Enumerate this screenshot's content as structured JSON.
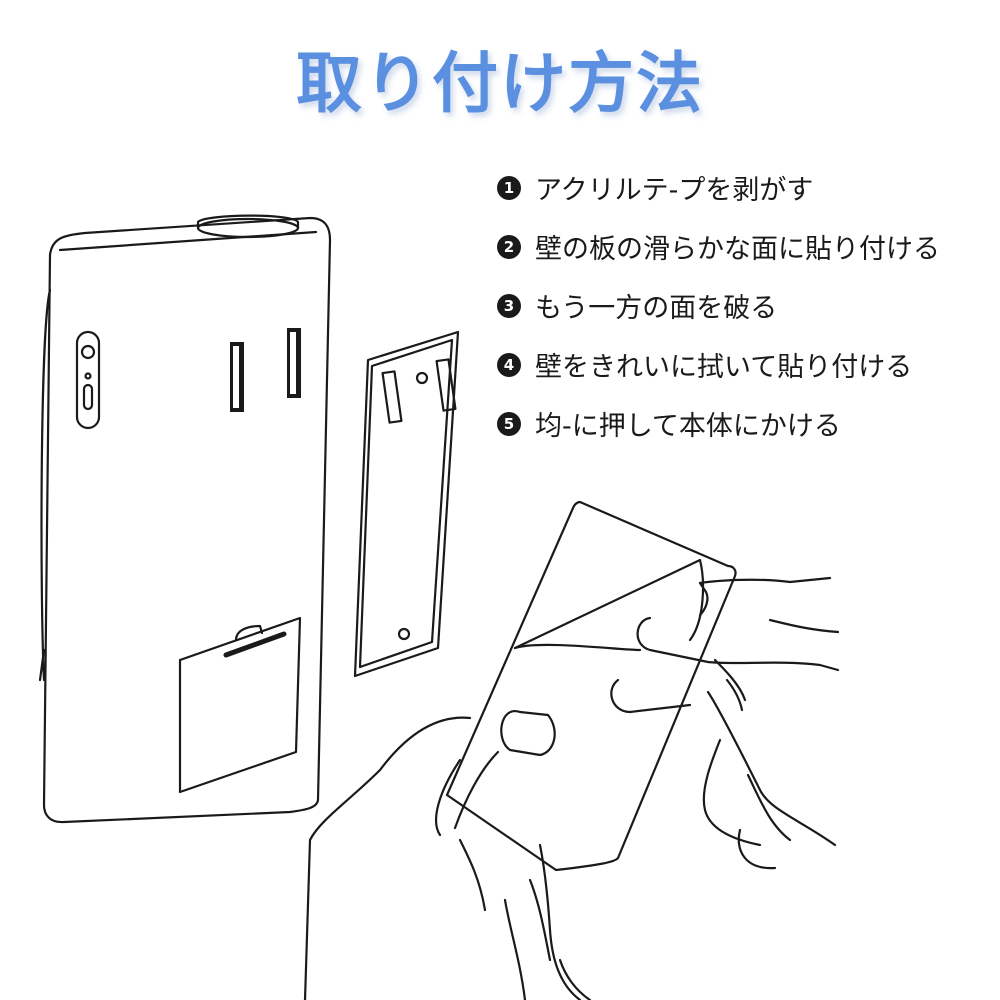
{
  "title": "取り付け方法",
  "steps": [
    {
      "num": "1",
      "text": "アクリルテ-プを剥がす"
    },
    {
      "num": "2",
      "text": "壁の板の滑らかな面に貼り付ける"
    },
    {
      "num": "3",
      "text": "もう一方の面を破る"
    },
    {
      "num": "4",
      "text": "壁をきれいに拭いて貼り付ける"
    },
    {
      "num": "5",
      "text": "均-に押して本体にかける"
    }
  ],
  "colors": {
    "title": "#5b8fe0",
    "line": "#1a1a1a",
    "background": "#ffffff"
  }
}
